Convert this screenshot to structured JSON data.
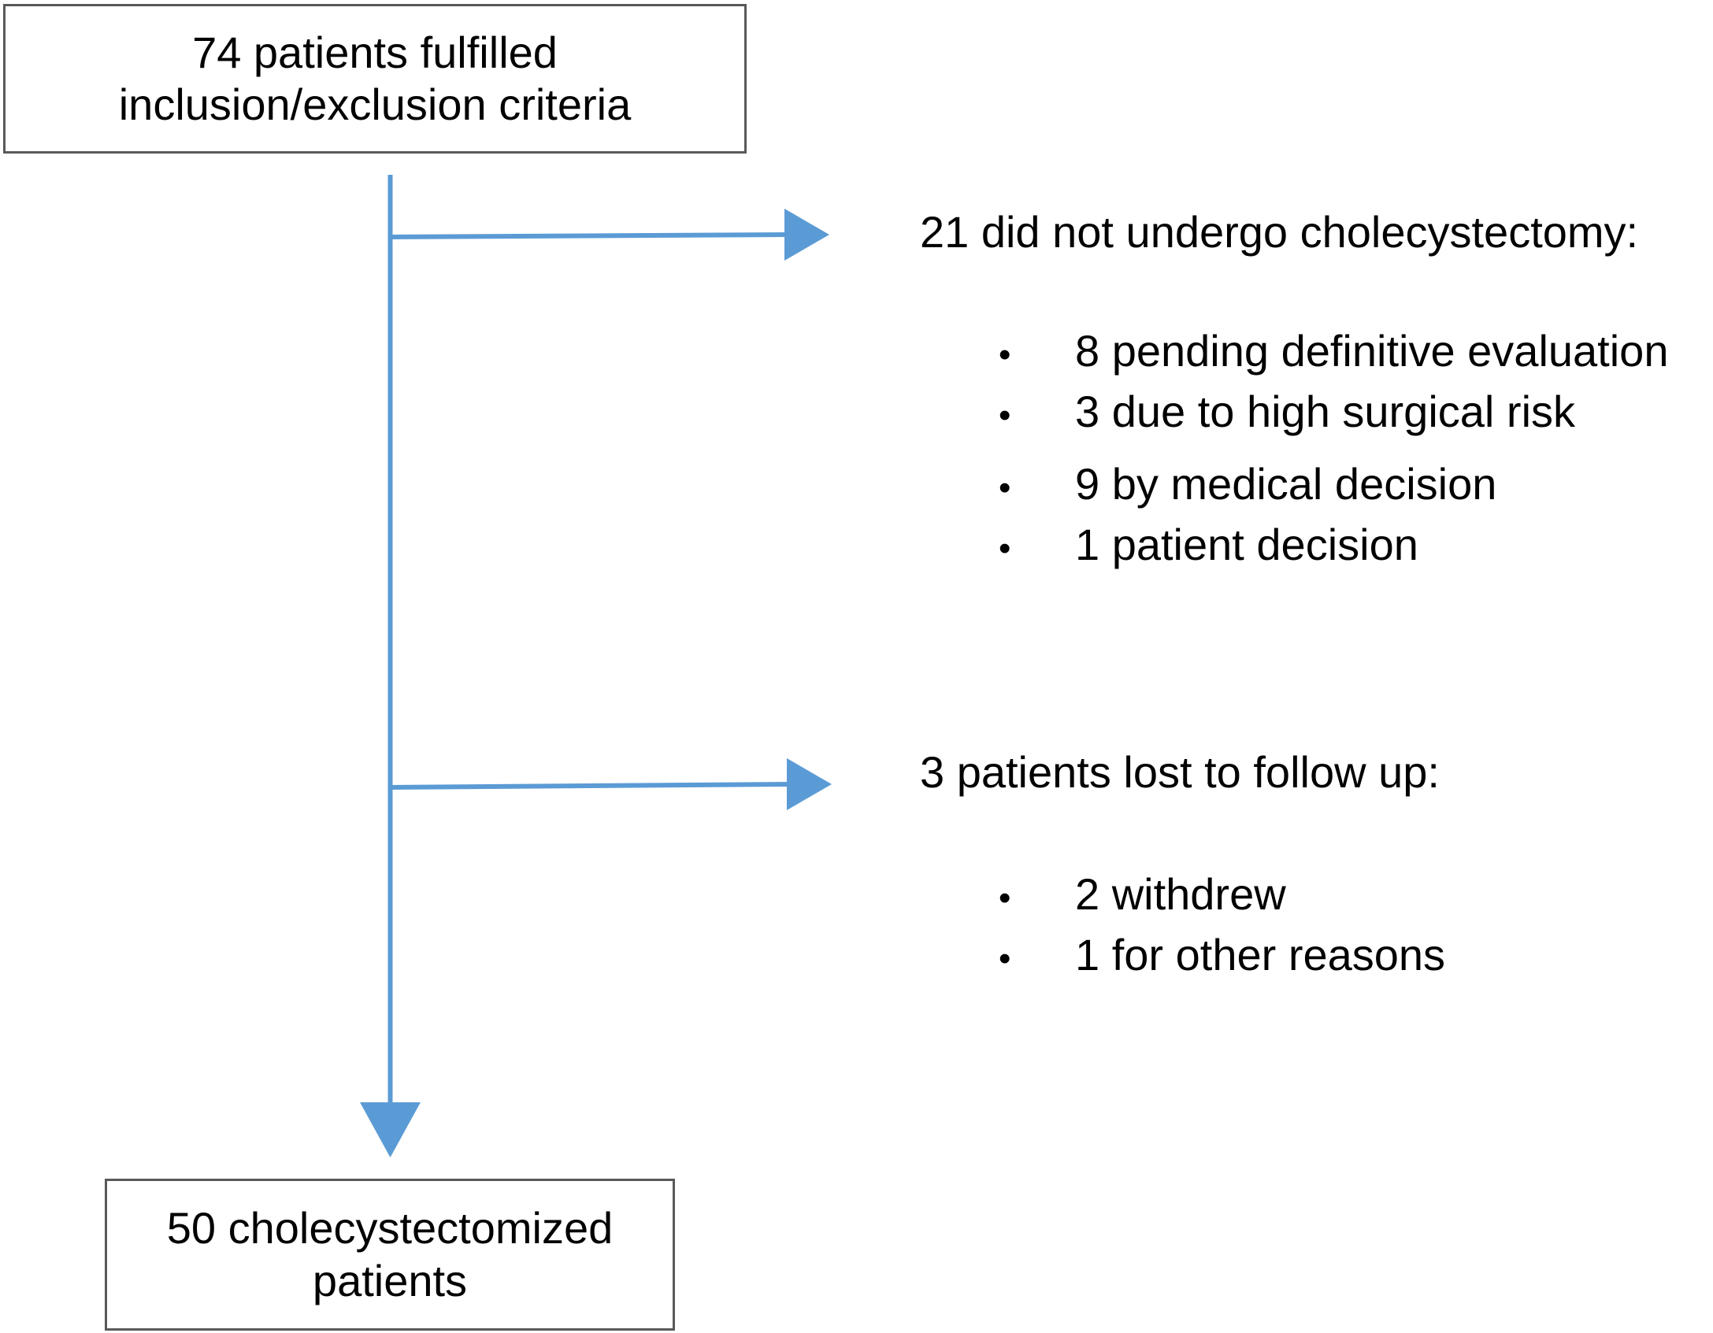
{
  "diagram": {
    "type": "patient-flow-diagram",
    "accent_color": "#5B9BD5",
    "box_border_color": "#595959",
    "text_color": "#000000",
    "background_color": "#FFFFFF",
    "boxes": [
      {
        "id": "enrolled",
        "text": "74 patients fulfilled\ninclusion/exclusion criteria",
        "count": 74
      },
      {
        "id": "final",
        "text": "50 cholecystectomized\npatients",
        "count": 50
      }
    ],
    "exclusions": [
      {
        "id": "no-cholecystectomy",
        "heading": "21 did not undergo cholecystectomy:",
        "count": 21,
        "bullet_glyph": "•",
        "items": [
          {
            "text": "8 pending definitive evaluation",
            "count": 8
          },
          {
            "text": "3 due to high surgical risk",
            "count": 3
          },
          {
            "text": "9 by medical decision",
            "count": 9
          },
          {
            "text": "1 patient decision",
            "count": 1
          }
        ]
      },
      {
        "id": "lost-to-followup",
        "heading": "3 patients lost to follow up:",
        "count": 3,
        "bullet_glyph": "•",
        "items": [
          {
            "text": "2 withdrew",
            "count": 2
          },
          {
            "text": "1 for other reasons",
            "count": 1
          }
        ]
      }
    ],
    "connectors": [
      {
        "id": "main-vertical",
        "kind": "line-with-arrowhead",
        "orientation": "vertical",
        "direction": "down"
      },
      {
        "id": "branch-1",
        "kind": "line-with-arrowhead",
        "orientation": "horizontal",
        "direction": "right"
      },
      {
        "id": "branch-2",
        "kind": "line-with-arrowhead",
        "orientation": "horizontal",
        "direction": "right"
      }
    ]
  }
}
